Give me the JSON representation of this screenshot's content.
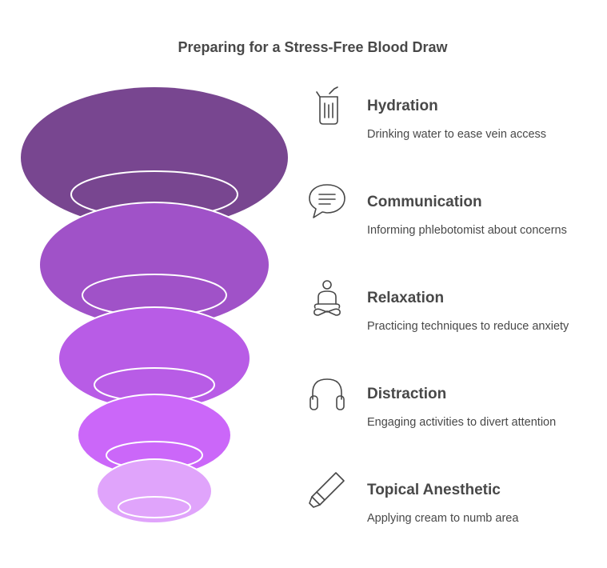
{
  "title": "Preparing for a Stress-Free Blood Draw",
  "colors": {
    "layer_1": "#784690",
    "layer_2": "#a052c8",
    "layer_3": "#b85ce6",
    "layer_4": "#cb67f9",
    "layer_5": "#e0a4fb",
    "text": "#484848"
  },
  "items": [
    {
      "title": "Hydration",
      "description": "Drinking water to ease vein access",
      "icon": "water-glass-icon"
    },
    {
      "title": "Communication",
      "description": "Informing phlebotomist about concerns",
      "icon": "speech-bubble-icon"
    },
    {
      "title": "Relaxation",
      "description": "Practicing techniques to reduce anxiety",
      "icon": "meditation-icon"
    },
    {
      "title": "Distraction",
      "description": "Engaging activities to divert attention",
      "icon": "headphones-icon"
    },
    {
      "title": "Topical Anesthetic",
      "description": "Applying cream to numb area",
      "icon": "cream-tube-icon"
    }
  ]
}
